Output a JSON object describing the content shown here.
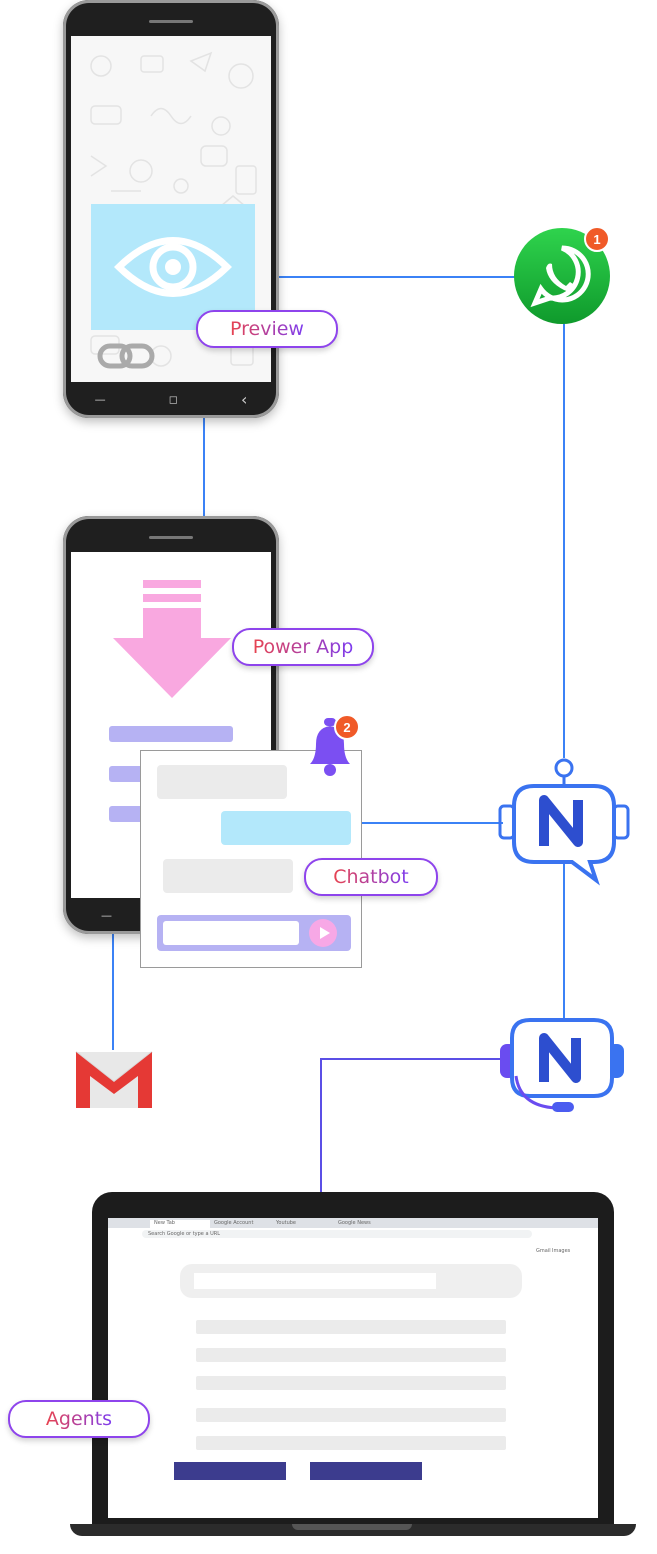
{
  "labels": {
    "preview": "Preview",
    "power_app": "Power App",
    "chatbot": "Chatbot",
    "agents": "Agents"
  },
  "badges": {
    "whatsapp": "1",
    "bell": "2"
  },
  "phone_nav": {
    "recent": "—",
    "home": "◻",
    "back": "‹"
  },
  "browser": {
    "tabs": [
      "New Tab",
      "Google Account",
      "Youtube",
      "Google News"
    ],
    "address_placeholder": "Search Google or type a URL",
    "links": [
      "Gmail",
      "Images"
    ]
  },
  "colors": {
    "connector_blue": "#3b82f6",
    "connector_purple": "#5b4fe6",
    "whatsapp_green": "#1fae3a",
    "bot_blue": "#3a73f0",
    "pill_gradient_start": "#e8434f",
    "pill_gradient_end": "#7d3cf0"
  },
  "icons": [
    "eye-icon",
    "link-icon",
    "whatsapp-icon",
    "download-arrow-icon",
    "bell-icon",
    "play-icon",
    "bot-icon",
    "support-bot-icon",
    "gmail-icon"
  ]
}
